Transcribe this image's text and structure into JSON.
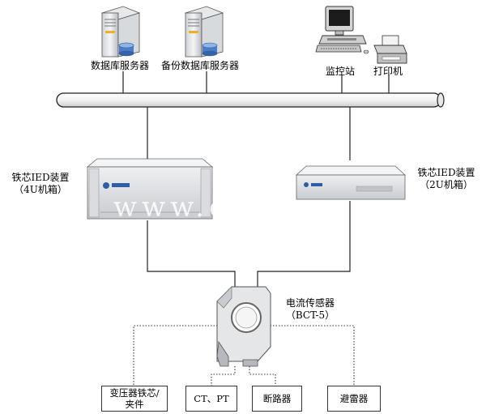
{
  "nodes": {
    "db_server": "数据库服务器",
    "backup_db_server": "备份数据库服务器",
    "monitor_station": "监控站",
    "printer": "打印机",
    "ied_4u": {
      "line1": "铁芯IED装置",
      "line2": "（4U机箱）"
    },
    "ied_2u": {
      "line1": "铁芯IED装置",
      "line2": "（2U机箱）"
    },
    "current_sensor": {
      "line1": "电流传感器",
      "line2": "（BCT-5）"
    },
    "transformer_core": {
      "line1": "变压器铁芯/",
      "line2": "夹件"
    },
    "ct_pt": "CT、PT",
    "breaker": "断路器",
    "arrester": "避雷器"
  },
  "watermark": "www.el"
}
